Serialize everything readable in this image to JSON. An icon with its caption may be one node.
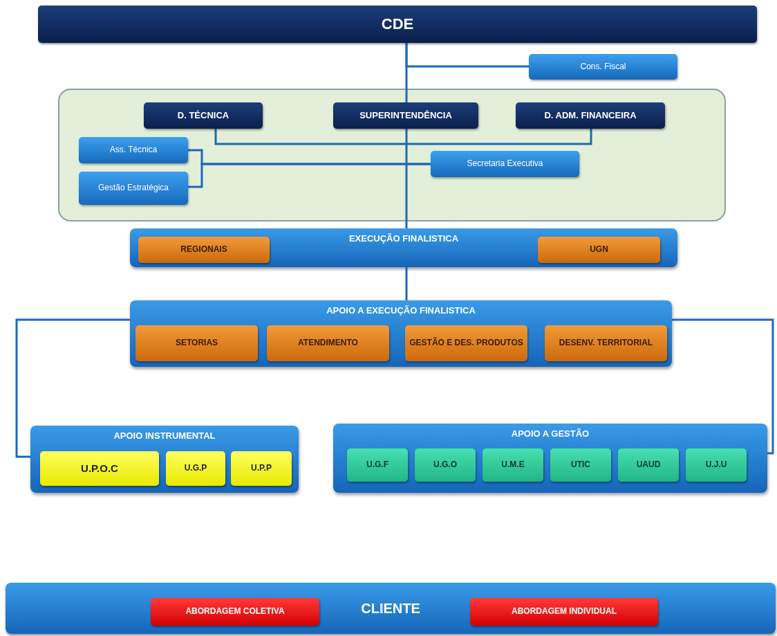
{
  "diagram": {
    "nodes": [
      {
        "text": [
          "CDE"
        ]
      },
      {
        "text": [
          "Cons. Fiscal"
        ]
      },
      {
        "text": [],
        "shape": "box"
      },
      {
        "text": [
          "D. TÉCNICA"
        ],
        "in": 2
      },
      {
        "text": [
          "SUPERINTENDÊNCIA"
        ],
        "in": 2
      },
      {
        "text": [
          "D. ADM. FINANCEIRA"
        ],
        "in": 2
      },
      {
        "text": [
          "Ass. Técnica"
        ],
        "in": 2
      },
      {
        "text": [
          "Gestão Estratégica"
        ],
        "in": 2
      },
      {
        "text": [
          "Secretaria Executiva"
        ],
        "in": 2
      },
      {
        "text": [
          "EXECUÇÃO FINALISTICA"
        ]
      },
      {
        "text": [
          "REGIONAIS"
        ],
        "in": 9
      },
      {
        "text": [
          "UGN"
        ],
        "in": 9
      },
      {
        "text": [
          "APOIO A EXECUÇÃO FINALISTICA"
        ]
      },
      {
        "text": [
          "SETORIAS"
        ],
        "in": 12
      },
      {
        "text": [
          "ATENDIMENTO"
        ],
        "in": 12
      },
      {
        "text": [
          "GESTÃO E DES. PRODUTOS"
        ],
        "in": 12
      },
      {
        "text": [
          "DESENV. TERRITORIAL"
        ],
        "in": 12
      },
      {
        "text": [
          "APOIO INSTRUMENTAL"
        ]
      },
      {
        "text": [
          "U.P.O.C"
        ],
        "in": 17
      },
      {
        "text": [
          "U.G.P"
        ],
        "in": 17
      },
      {
        "text": [
          "U.P.P"
        ],
        "in": 17
      },
      {
        "text": [
          "APOIO A GESTÃO"
        ]
      },
      {
        "text": [
          "U.G.F"
        ],
        "in": 21
      },
      {
        "text": [
          "U.G.O"
        ],
        "in": 21
      },
      {
        "text": [
          "U.M.E"
        ],
        "in": 21
      },
      {
        "text": [
          "UTIC"
        ],
        "in": 21
      },
      {
        "text": [
          "UAUD"
        ],
        "in": 21
      },
      {
        "text": [
          "U.J.U"
        ],
        "in": 21
      },
      {
        "text": [
          "CLIENTE"
        ]
      },
      {
        "text": [
          "ABORDAGEM COLETIVA"
        ],
        "in": 28
      },
      {
        "text": [
          "ABORDAGEM INDIVIDUAL"
        ],
        "in": 28
      }
    ],
    "edges": [
      {
        "from": 0,
        "to": 1,
        "arrow": "none"
      },
      {
        "from": 0,
        "to": 4,
        "arrow": "none"
      },
      {
        "from": 4,
        "to": 9,
        "arrow": "none"
      },
      {
        "from": 3,
        "to": 5,
        "arrow": "none"
      },
      {
        "from": 6,
        "to": 8,
        "arrow": "none"
      },
      {
        "from": 7,
        "to": 8,
        "arrow": "none"
      },
      {
        "from": 9,
        "to": 12,
        "arrow": "none"
      },
      {
        "from": 12,
        "to": 17,
        "arrow": "none"
      },
      {
        "from": 12,
        "to": 21,
        "arrow": "none"
      }
    ]
  }
}
